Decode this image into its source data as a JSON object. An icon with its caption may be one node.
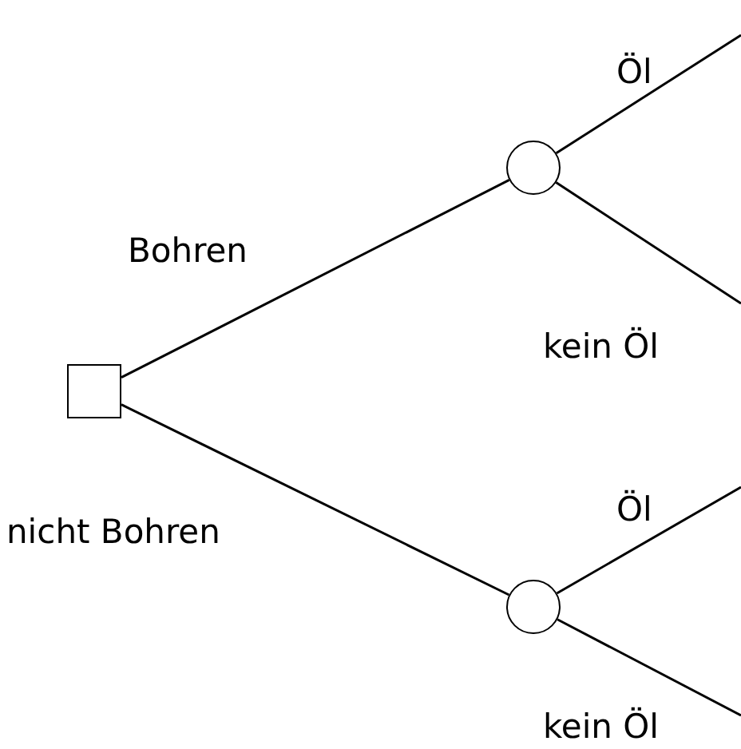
{
  "diagram": {
    "nodes": [
      {
        "text": [],
        "shape": "box"
      },
      {
        "text": [],
        "shape": "circle"
      },
      {
        "text": [],
        "shape": "circle"
      }
    ],
    "edges": [
      {
        "from": 0,
        "to": 1,
        "arrow": "none",
        "label": "Bohren"
      },
      {
        "from": 0,
        "to": 2,
        "arrow": "none",
        "label": "nicht Bohren"
      },
      {
        "from": 1,
        "to": null,
        "arrow": "none",
        "label": "Öl"
      },
      {
        "from": 1,
        "to": null,
        "arrow": "none",
        "label": "kein Öl"
      },
      {
        "from": 2,
        "to": null,
        "arrow": "none",
        "label": "Öl"
      },
      {
        "from": 2,
        "to": null,
        "arrow": "none",
        "label": "kein Öl"
      }
    ]
  }
}
